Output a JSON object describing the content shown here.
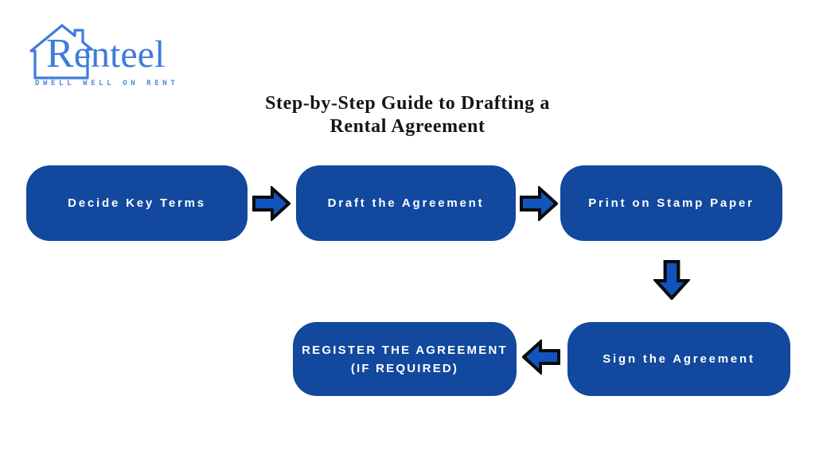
{
  "theme": {
    "logo_blue": "#3e7cdb",
    "tagline_blue": "#4d87e4",
    "box_blue": "#12489e",
    "arrow_blue": "#1254bd",
    "ink": "#141414",
    "bg": "#ffffff"
  },
  "logo": {
    "brand": "Renteel",
    "brand_initial": "R",
    "brand_rest": "enteel",
    "tagline": "DWELL WELL ON RENT",
    "icon": "house-icon"
  },
  "title": {
    "line1": "Step-by-Step Guide to Drafting a",
    "line2": "Rental Agreement"
  },
  "flow": {
    "steps": [
      {
        "label": "Decide Key Terms"
      },
      {
        "label": "Draft the Agreement"
      },
      {
        "label": "Print on Stamp Paper"
      },
      {
        "label": "Sign the Agreement"
      },
      {
        "label": "REGISTER THE AGREEMENT (IF REQUIRED)",
        "line1": "REGISTER THE AGREEMENT",
        "line2": "(IF REQUIRED)"
      }
    ],
    "connectors": [
      "arrow-right",
      "arrow-right",
      "arrow-down",
      "arrow-left"
    ]
  }
}
